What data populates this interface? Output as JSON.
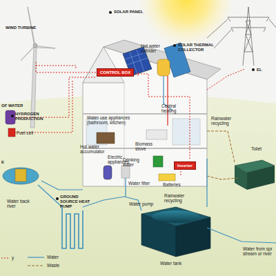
{
  "diagram": {
    "nodes": [
      {
        "text": [
          "CONTROL BOX"
        ]
      },
      {
        "text": [
          "Inverter"
        ]
      }
    ],
    "labels": [
      "WIND TURBINE",
      "SOLAR PANEL",
      "Hot water cylinder",
      "SOLAR THERMAL COLLECTOR",
      "EL",
      "OF WATER",
      "HYDROGEN PRODUCTION",
      "Fuel cell",
      "E",
      "Water use appliances (bathroom, kitchen)",
      "Central heating",
      "Rainwater recycling",
      "Hot water accumulator",
      "Biomass stove",
      "Electric appliances",
      "Drinking water",
      "Batteries",
      "Toilet",
      "Water filter",
      "Rainwater recycling",
      "Water pump",
      "Water back river",
      "GROUND SOURCE HEAT PUMP",
      "Water tank",
      "Water from spr stream or river"
    ],
    "legend": [
      {
        "text": "y"
      },
      {
        "text": "Water"
      },
      {
        "text": "Waste"
      }
    ]
  }
}
